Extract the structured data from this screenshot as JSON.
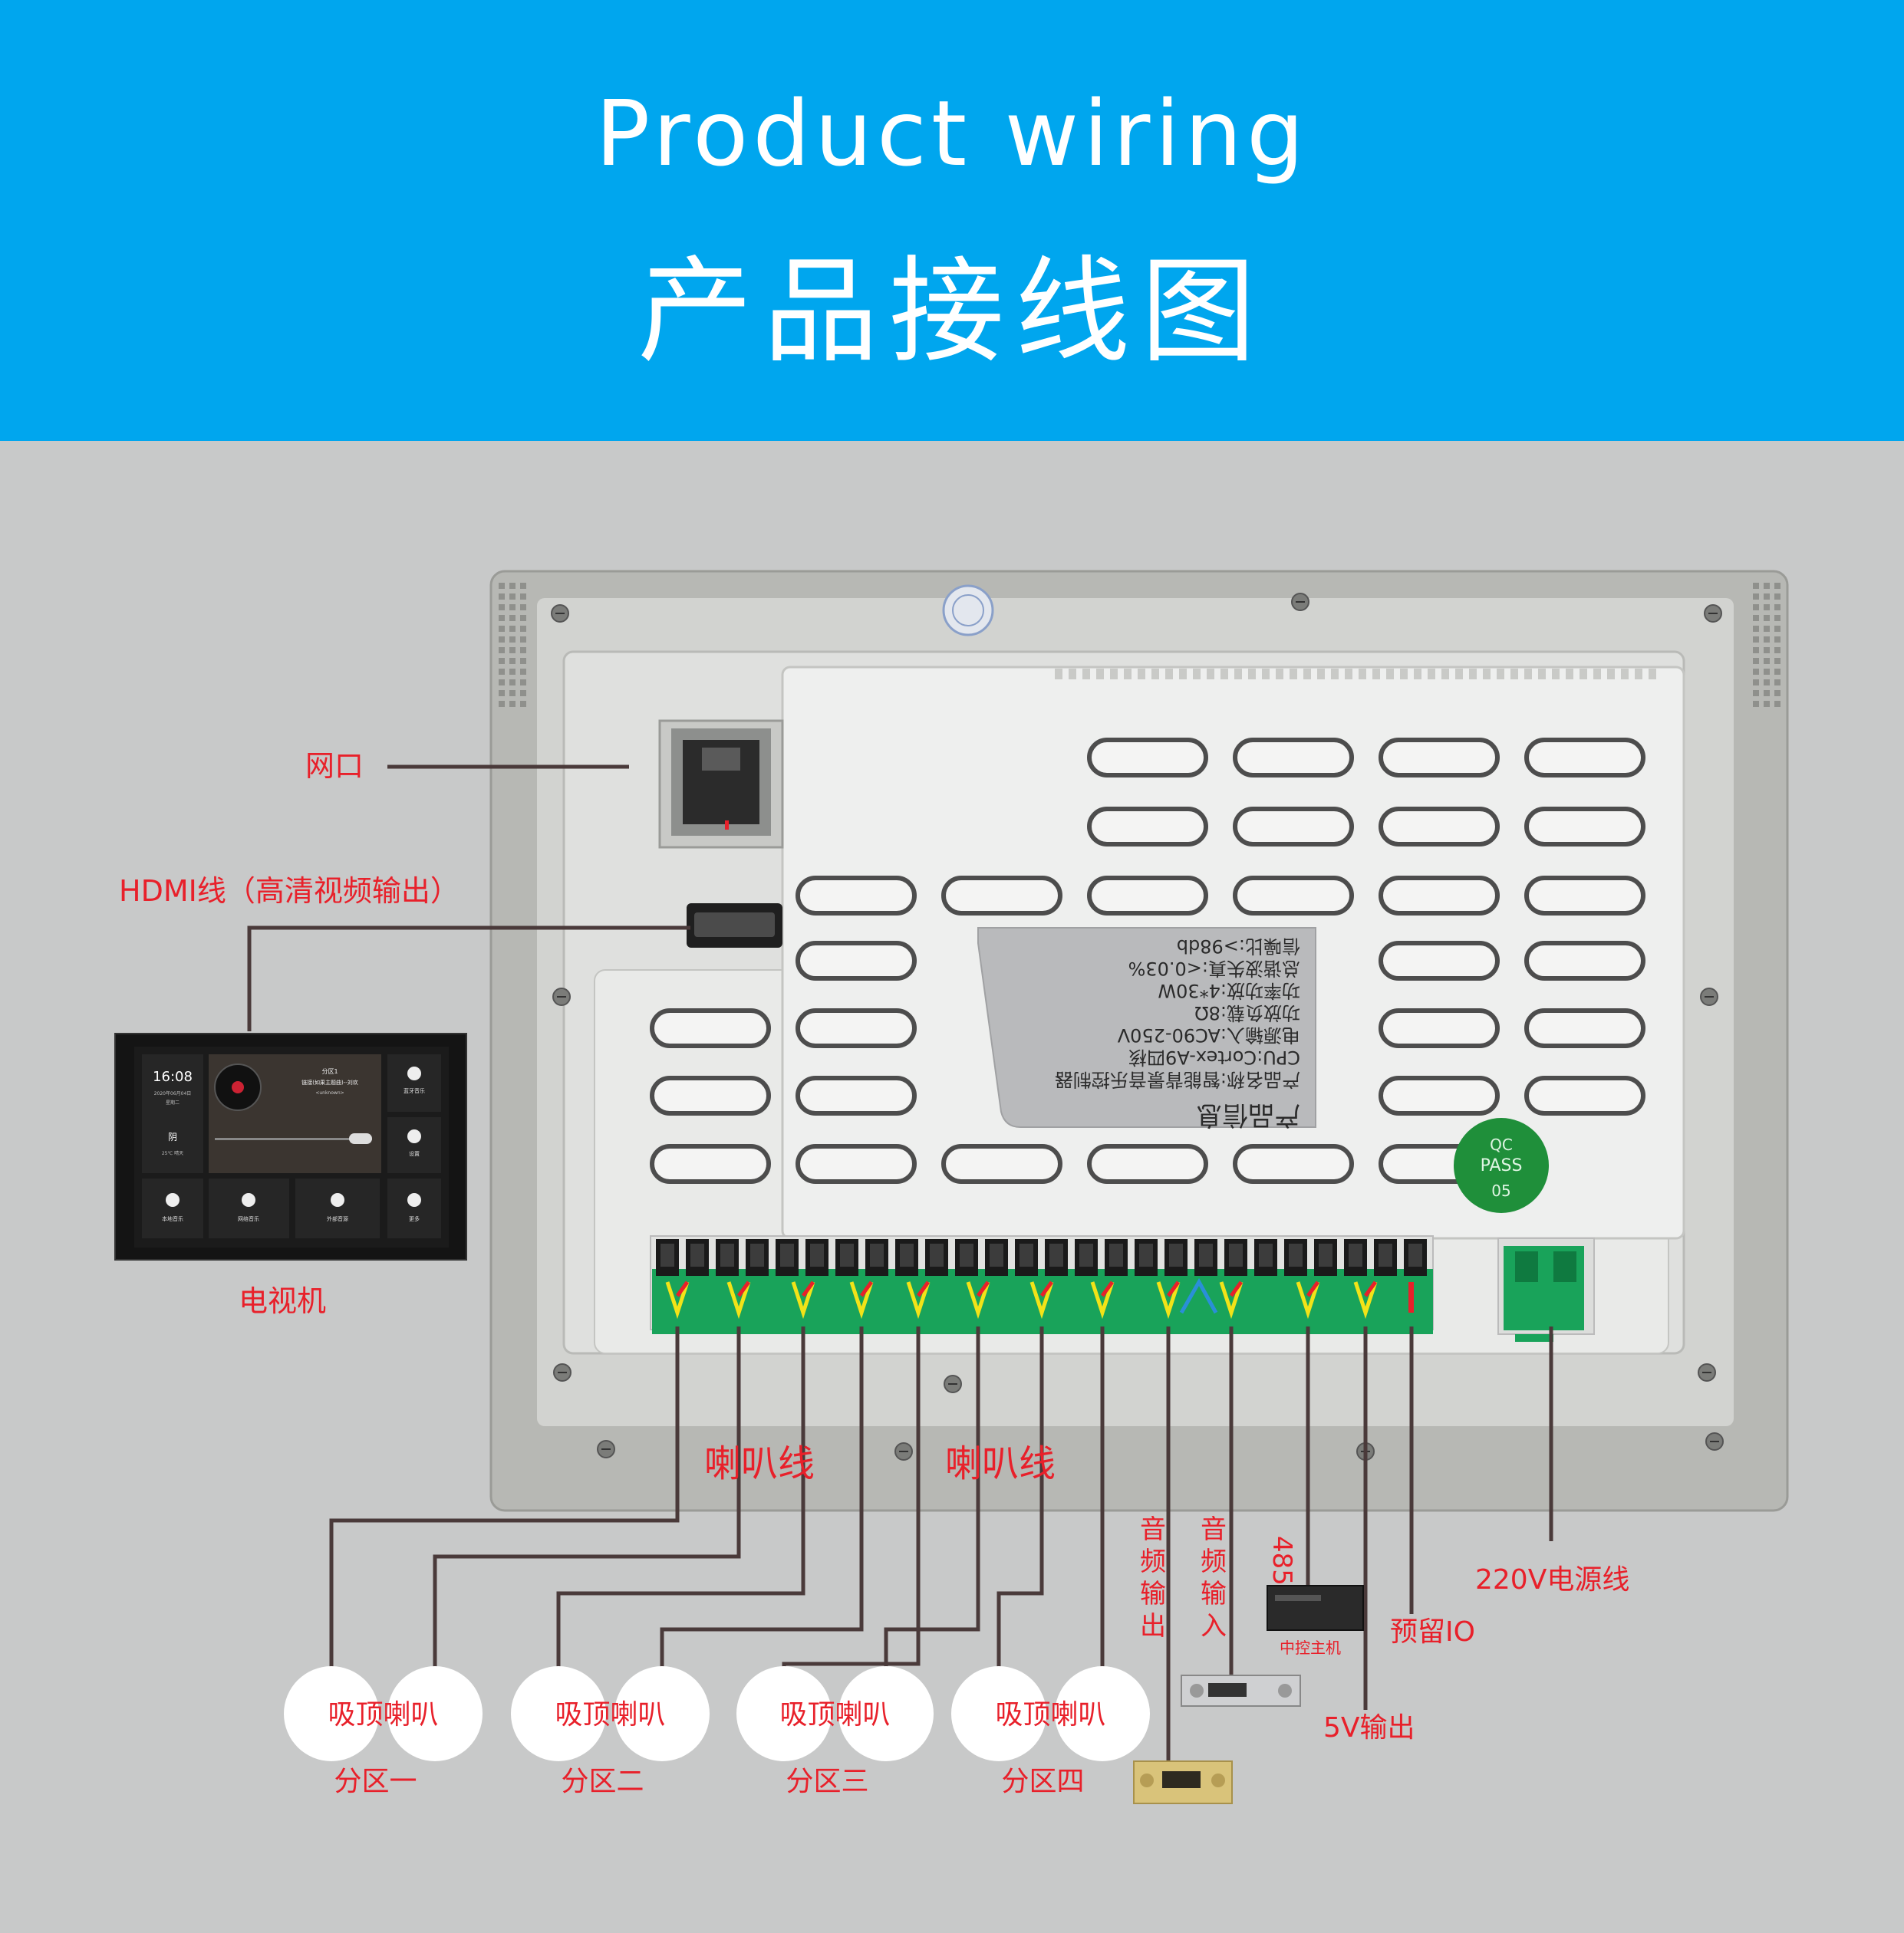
{
  "header": {
    "title_en": "Product wiring",
    "title_zh": "产品接线图",
    "bg_color": "#00a6ee"
  },
  "device": {
    "label_panel_lines": [
      "产品信息",
      "产品名称:智能背景音乐控制器",
      "CPU:Cortex-A9四核",
      "电源输入:AC90-250V",
      "功放负载:8Ω",
      "功率功放:4*30W",
      "总谐波失真:<0.03%",
      "信噪比:>98db"
    ],
    "qc_sticker": {
      "line1": "QC",
      "line2": "PASS",
      "line3": "05",
      "color": "#1f8f3a"
    }
  },
  "labels": {
    "network_port": "网口",
    "hdmi": "HDMI线（高清视频输出）",
    "tv": "电视机",
    "speaker_wire_1": "喇叭线",
    "speaker_wire_2": "喇叭线",
    "audio_out": "音频输出",
    "audio_in": "音频输入",
    "rs485": "485",
    "central_host": "中控主机",
    "reserved_io": "预留IO",
    "power_5v": "5V输出",
    "power_220v": "220V电源线"
  },
  "tv_screen": {
    "time": "16:08",
    "date": "2020年06月04日",
    "weekday": "星期二",
    "weather": "阴",
    "temperature": "25℃ 晴天",
    "zone": "分区1",
    "song": "链接(如果主题曲)--刘欢",
    "artist": "<unknown>",
    "tiles": [
      "蓝牙音乐",
      "设置",
      "本地音乐",
      "网络音乐",
      "外部音源",
      "更多"
    ]
  },
  "zones": [
    {
      "speaker_a": "吸顶喇叭",
      "speaker_b": "吸顶喇叭",
      "name": "分区一"
    },
    {
      "speaker_a": "吸顶喇叭",
      "speaker_b": "吸顶喇叭",
      "name": "分区二"
    },
    {
      "speaker_a": "吸顶喇叭",
      "speaker_b": "吸顶喇叭",
      "name": "分区三"
    },
    {
      "speaker_a": "吸顶喇叭",
      "speaker_b": "吸顶喇叭",
      "name": "分区四"
    }
  ],
  "colors": {
    "label_red": "#e8202a",
    "wire": "#4a3a3a",
    "terminal_green": "#19a35a",
    "wire_yellow": "#f2e318",
    "wire_red": "#e8202a",
    "wire_blue": "#2a8fd8"
  }
}
